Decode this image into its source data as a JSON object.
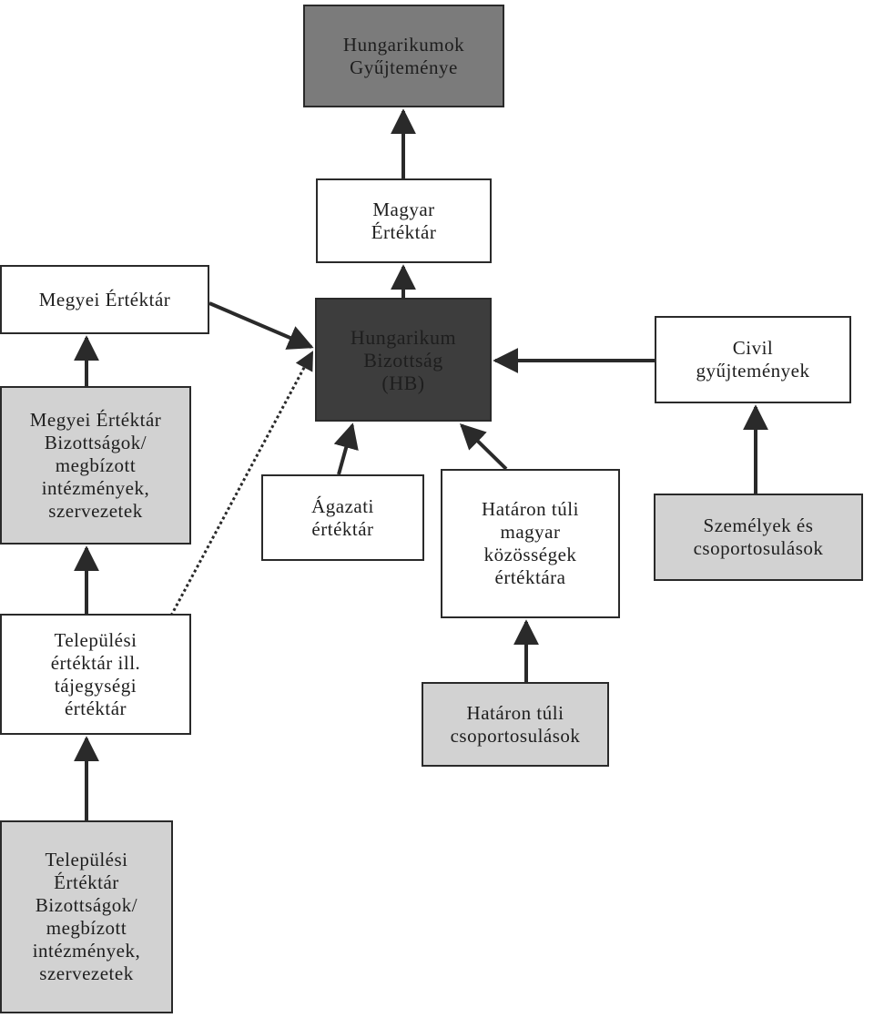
{
  "diagram": {
    "nodes": {
      "hungarikumok": {
        "label": "Hungarikumok\nGyűjteménye",
        "fill": "#7b7b7b"
      },
      "magyar": {
        "label": "Magyar\nÉrtéktár",
        "fill": "#ffffff"
      },
      "hb": {
        "label": "Hungarikum\nBizottság\n(HB)",
        "fill": "#3d3d3d"
      },
      "megyei": {
        "label": "Megyei Értéktár",
        "fill": "#ffffff"
      },
      "megyei_biz": {
        "label": "Megyei Értéktár\nBizottságok/\nmegbízott\nintézmények,\nszervezetek",
        "fill": "#d2d2d2"
      },
      "telepulesi": {
        "label": "Települési\nértéktár ill.\ntájegységi\nértéktár",
        "fill": "#ffffff"
      },
      "telep_biz": {
        "label": "Települési\nÉrtéktár\nBizottságok/\nmegbízott\nintézmények,\nszervezetek",
        "fill": "#d2d2d2"
      },
      "agazati": {
        "label": "Ágazati\nértéktár",
        "fill": "#ffffff"
      },
      "hataron": {
        "label": "Határon túli\nmagyar\nközösségek\nértéktára",
        "fill": "#ffffff"
      },
      "hataron_csop": {
        "label": "Határon túli\ncsoportosulások",
        "fill": "#d2d2d2"
      },
      "civil": {
        "label": "Civil\ngyűjtemények",
        "fill": "#ffffff"
      },
      "szemelyek": {
        "label": "Személyek és\ncsoportosulások",
        "fill": "#d2d2d2"
      }
    },
    "edges": [
      {
        "from": "magyar",
        "to": "hungarikumok",
        "style": "solid"
      },
      {
        "from": "hb",
        "to": "magyar",
        "style": "solid"
      },
      {
        "from": "megyei",
        "to": "hb",
        "style": "solid"
      },
      {
        "from": "civil",
        "to": "hb",
        "style": "solid"
      },
      {
        "from": "agazati",
        "to": "hb",
        "style": "solid"
      },
      {
        "from": "hataron",
        "to": "hb",
        "style": "solid"
      },
      {
        "from": "megyei_biz",
        "to": "megyei",
        "style": "solid"
      },
      {
        "from": "telepulesi",
        "to": "megyei_biz",
        "style": "solid"
      },
      {
        "from": "telepulesi",
        "to": "hb",
        "style": "dotted"
      },
      {
        "from": "telep_biz",
        "to": "telepulesi",
        "style": "solid"
      },
      {
        "from": "hataron_csop",
        "to": "hataron",
        "style": "solid"
      },
      {
        "from": "szemelyek",
        "to": "civil",
        "style": "solid"
      }
    ]
  }
}
